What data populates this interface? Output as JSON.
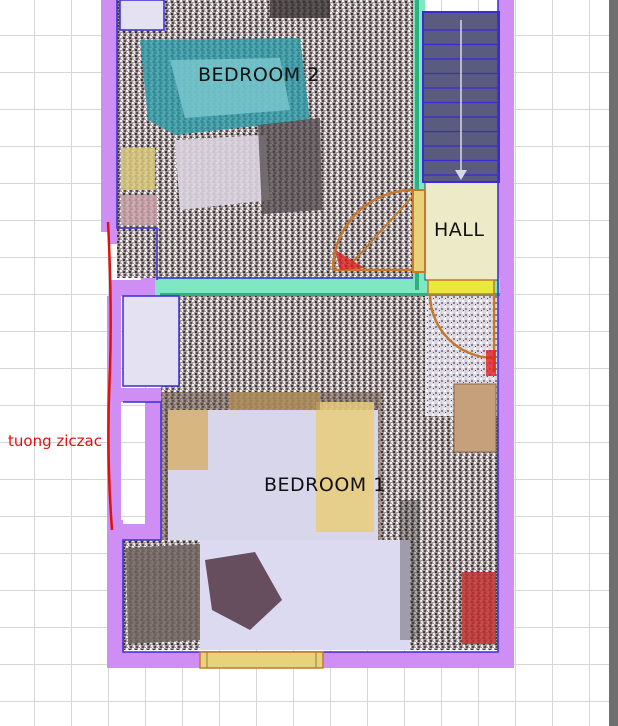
{
  "rooms": {
    "bedroom2": "BEDROOM 2",
    "hall": "HALL",
    "bedroom1": "BEDROOM 1"
  },
  "annotation": {
    "text": "tuong ziczac",
    "color": "#e01010"
  },
  "colors": {
    "wall": "#cf8ef3",
    "wall_outline": "#3a2bd6",
    "partition": "#7fe8c3",
    "stair": "#5b5b80",
    "door_swing": "#c6782c",
    "window": "#e8d27a",
    "point_cloud_dark": "#5a4a4a",
    "grid": "#d6d6d6"
  }
}
